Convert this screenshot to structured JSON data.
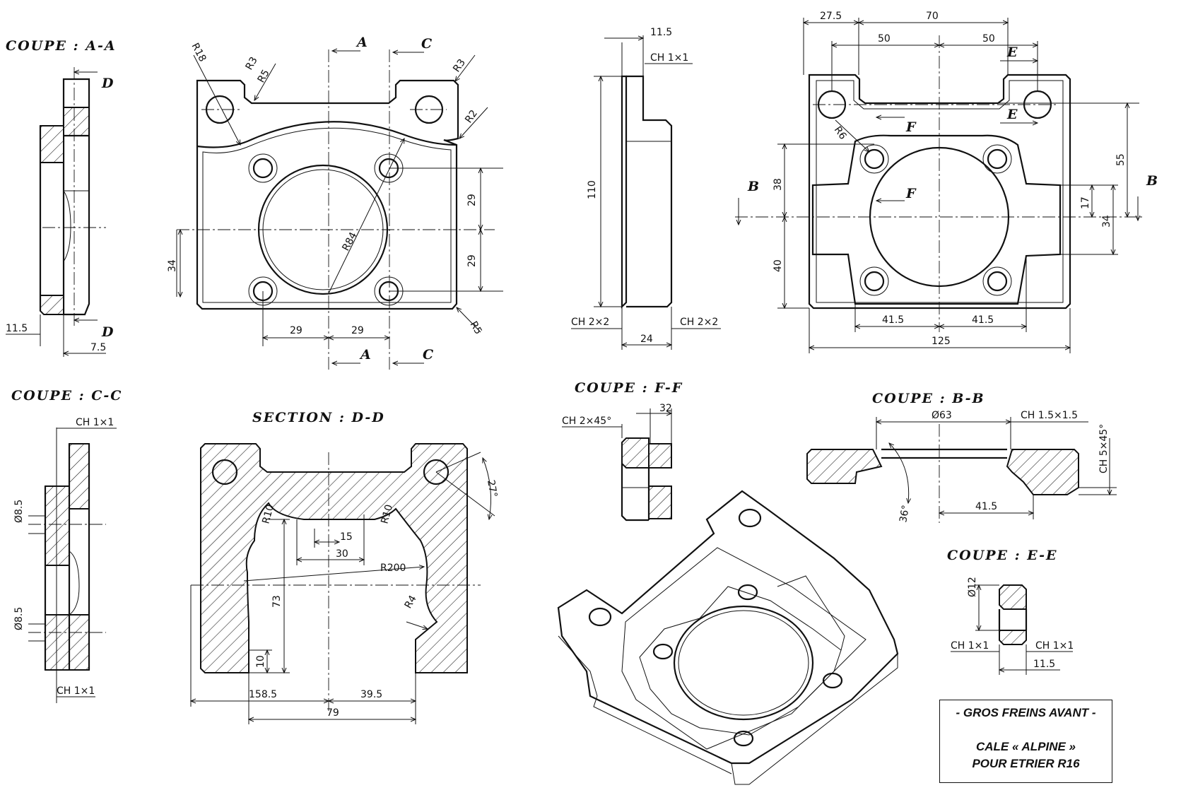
{
  "titles": {
    "aa": "COUPE : A-A",
    "cc": "COUPE : C-C",
    "dd": "SECTION : D-D",
    "ff": "COUPE : F-F",
    "bb": "COUPE : B-B",
    "ee": "COUPE : E-E"
  },
  "letters": {
    "a": "A",
    "b": "B",
    "c": "C",
    "d": "D",
    "e": "E",
    "f": "F"
  },
  "dims": {
    "aa_w1": "11.5",
    "aa_w2": "7.5",
    "front_r18": "R18",
    "front_r3": "R3",
    "front_r5": "R5",
    "front_r2": "R2",
    "front_r84": "R84",
    "front_29": "29",
    "front_34": "34",
    "side_11_5": "11.5",
    "side_ch1": "CH 1×1",
    "side_110": "110",
    "side_ch2": "CH 2×2",
    "side_24": "24",
    "rear_27_5": "27.5",
    "rear_70": "70",
    "rear_50": "50",
    "rear_r6": "R6",
    "rear_55": "55",
    "rear_38": "38",
    "rear_40": "40",
    "rear_17": "17",
    "rear_34": "34",
    "rear_41_5": "41.5",
    "rear_125": "125",
    "cc_ch1": "CH 1×1",
    "cc_d8_5": "Ø8.5",
    "dd_27": "27°",
    "dd_r10": "R10",
    "dd_15": "15",
    "dd_30": "30",
    "dd_r200": "R200",
    "dd_73": "73",
    "dd_r4": "R4",
    "dd_10": "10",
    "dd_158_5": "158.5",
    "dd_39_5": "39.5",
    "dd_79": "79",
    "ff_ch2_45": "CH 2×45°",
    "ff_32": "32",
    "bb_d63": "Ø63",
    "bb_ch15": "CH 1.5×1.5",
    "bb_ch5_45": "CH 5×45°",
    "bb_36": "36°",
    "bb_41_5": "41.5",
    "ee_d12": "Ø12",
    "ee_ch1": "CH 1×1",
    "ee_11_5": "11.5"
  },
  "cartouche": {
    "line1": "- GROS FREINS AVANT -",
    "line2": "CALE « ALPINE »",
    "line3": "POUR ETRIER R16"
  }
}
